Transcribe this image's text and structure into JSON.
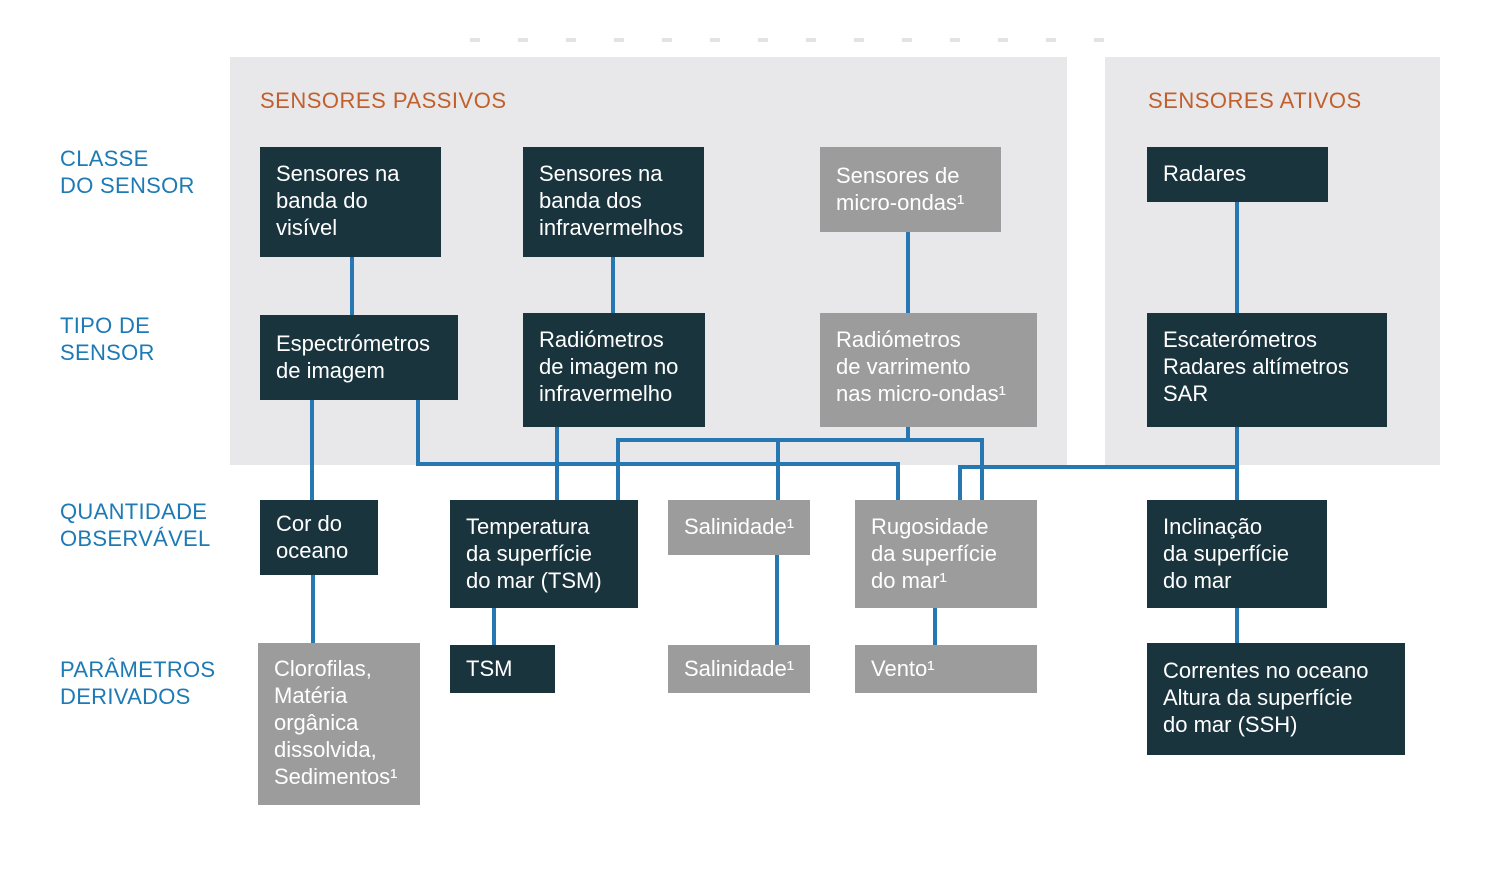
{
  "colors": {
    "dark_box": "#1a343e",
    "gray_box": "#9c9c9c",
    "panel_background": "#e8e8ea",
    "connector_line": "#2677b2",
    "row_label_blue": "#1d7ab5",
    "heading_orange": "#c25f2b",
    "box_text": "#ffffff"
  },
  "diagram": {
    "headings": {
      "passive": "SENSORES PASSIVOS",
      "active": "SENSORES ATIVOS"
    },
    "row_labels": {
      "classe": "CLASSE\nDO SENSOR",
      "tipo": "TIPO DE\nSENSOR",
      "quantidade": "QUANTIDADE\nOBSERVÁVEL",
      "parametros": "PARÂMETROS\nDERIVADOS"
    },
    "boxes": {
      "visivel": {
        "text": "Sensores na\nbanda do\nvisível",
        "style": "dark",
        "row": "classe-do-sensor"
      },
      "infravermelhos": {
        "text": "Sensores na\nbanda dos\ninfravermelhos",
        "style": "dark",
        "row": "classe-do-sensor"
      },
      "microondas": {
        "text": "Sensores de\nmicro-ondas¹",
        "style": "gray",
        "row": "classe-do-sensor"
      },
      "radares": {
        "text": "Radares",
        "style": "dark",
        "row": "classe-do-sensor"
      },
      "espectrometros": {
        "text": "Espectrómetros\nde imagem",
        "style": "dark",
        "row": "tipo-de-sensor"
      },
      "radiometros_ir": {
        "text": "Radiómetros\nde imagem no\ninfravermelho",
        "style": "dark",
        "row": "tipo-de-sensor"
      },
      "radiometros_mo": {
        "text": "Radiómetros\nde varrimento\nnas micro-ondas¹",
        "style": "gray",
        "row": "tipo-de-sensor"
      },
      "escaterometros": {
        "text": "Escaterómetros\nRadares altímetros\nSAR",
        "style": "dark",
        "row": "tipo-de-sensor"
      },
      "cor_oceano": {
        "text": "Cor do\noceano",
        "style": "dark",
        "row": "quantidade-observavel"
      },
      "temperatura": {
        "text": "Temperatura\nda superfície\ndo mar (TSM)",
        "style": "dark",
        "row": "quantidade-observavel"
      },
      "salinidade_obs": {
        "text": "Salinidade¹",
        "style": "gray",
        "row": "quantidade-observavel"
      },
      "rugosidade": {
        "text": "Rugosidade\nda superfície\ndo mar¹",
        "style": "gray",
        "row": "quantidade-observavel"
      },
      "inclinacao": {
        "text": "Inclinação\nda superfície\ndo mar",
        "style": "dark",
        "row": "quantidade-observavel"
      },
      "clorofilas": {
        "text": "Clorofilas,\nMatéria\norgânica\ndissolvida,\nSedimentos¹",
        "style": "gray",
        "row": "parametros-derivados"
      },
      "tsm": {
        "text": "TSM",
        "style": "dark",
        "row": "parametros-derivados"
      },
      "salinidade_par": {
        "text": "Salinidade¹",
        "style": "gray",
        "row": "parametros-derivados"
      },
      "vento": {
        "text": "Vento¹",
        "style": "gray",
        "row": "parametros-derivados"
      },
      "correntes": {
        "text": "Correntes no oceano\nAltura da superfície\ndo mar (SSH)",
        "style": "dark",
        "row": "parametros-derivados"
      }
    },
    "edges": [
      {
        "from": "visivel",
        "to": "espectrometros"
      },
      {
        "from": "infravermelhos",
        "to": "radiometros_ir"
      },
      {
        "from": "microondas",
        "to": "radiometros_mo"
      },
      {
        "from": "radares",
        "to": "escaterometros"
      },
      {
        "from": "espectrometros",
        "to": "cor_oceano"
      },
      {
        "from": "espectrometros",
        "to": "rugosidade"
      },
      {
        "from": "radiometros_ir",
        "to": "temperatura"
      },
      {
        "from": "radiometros_mo",
        "to": "temperatura"
      },
      {
        "from": "radiometros_mo",
        "to": "salinidade_obs"
      },
      {
        "from": "radiometros_mo",
        "to": "rugosidade"
      },
      {
        "from": "escaterometros",
        "to": "rugosidade"
      },
      {
        "from": "escaterometros",
        "to": "inclinacao"
      },
      {
        "from": "cor_oceano",
        "to": "clorofilas"
      },
      {
        "from": "temperatura",
        "to": "tsm"
      },
      {
        "from": "salinidade_obs",
        "to": "salinidade_par"
      },
      {
        "from": "rugosidade",
        "to": "vento"
      },
      {
        "from": "inclinacao",
        "to": "correntes"
      }
    ]
  }
}
